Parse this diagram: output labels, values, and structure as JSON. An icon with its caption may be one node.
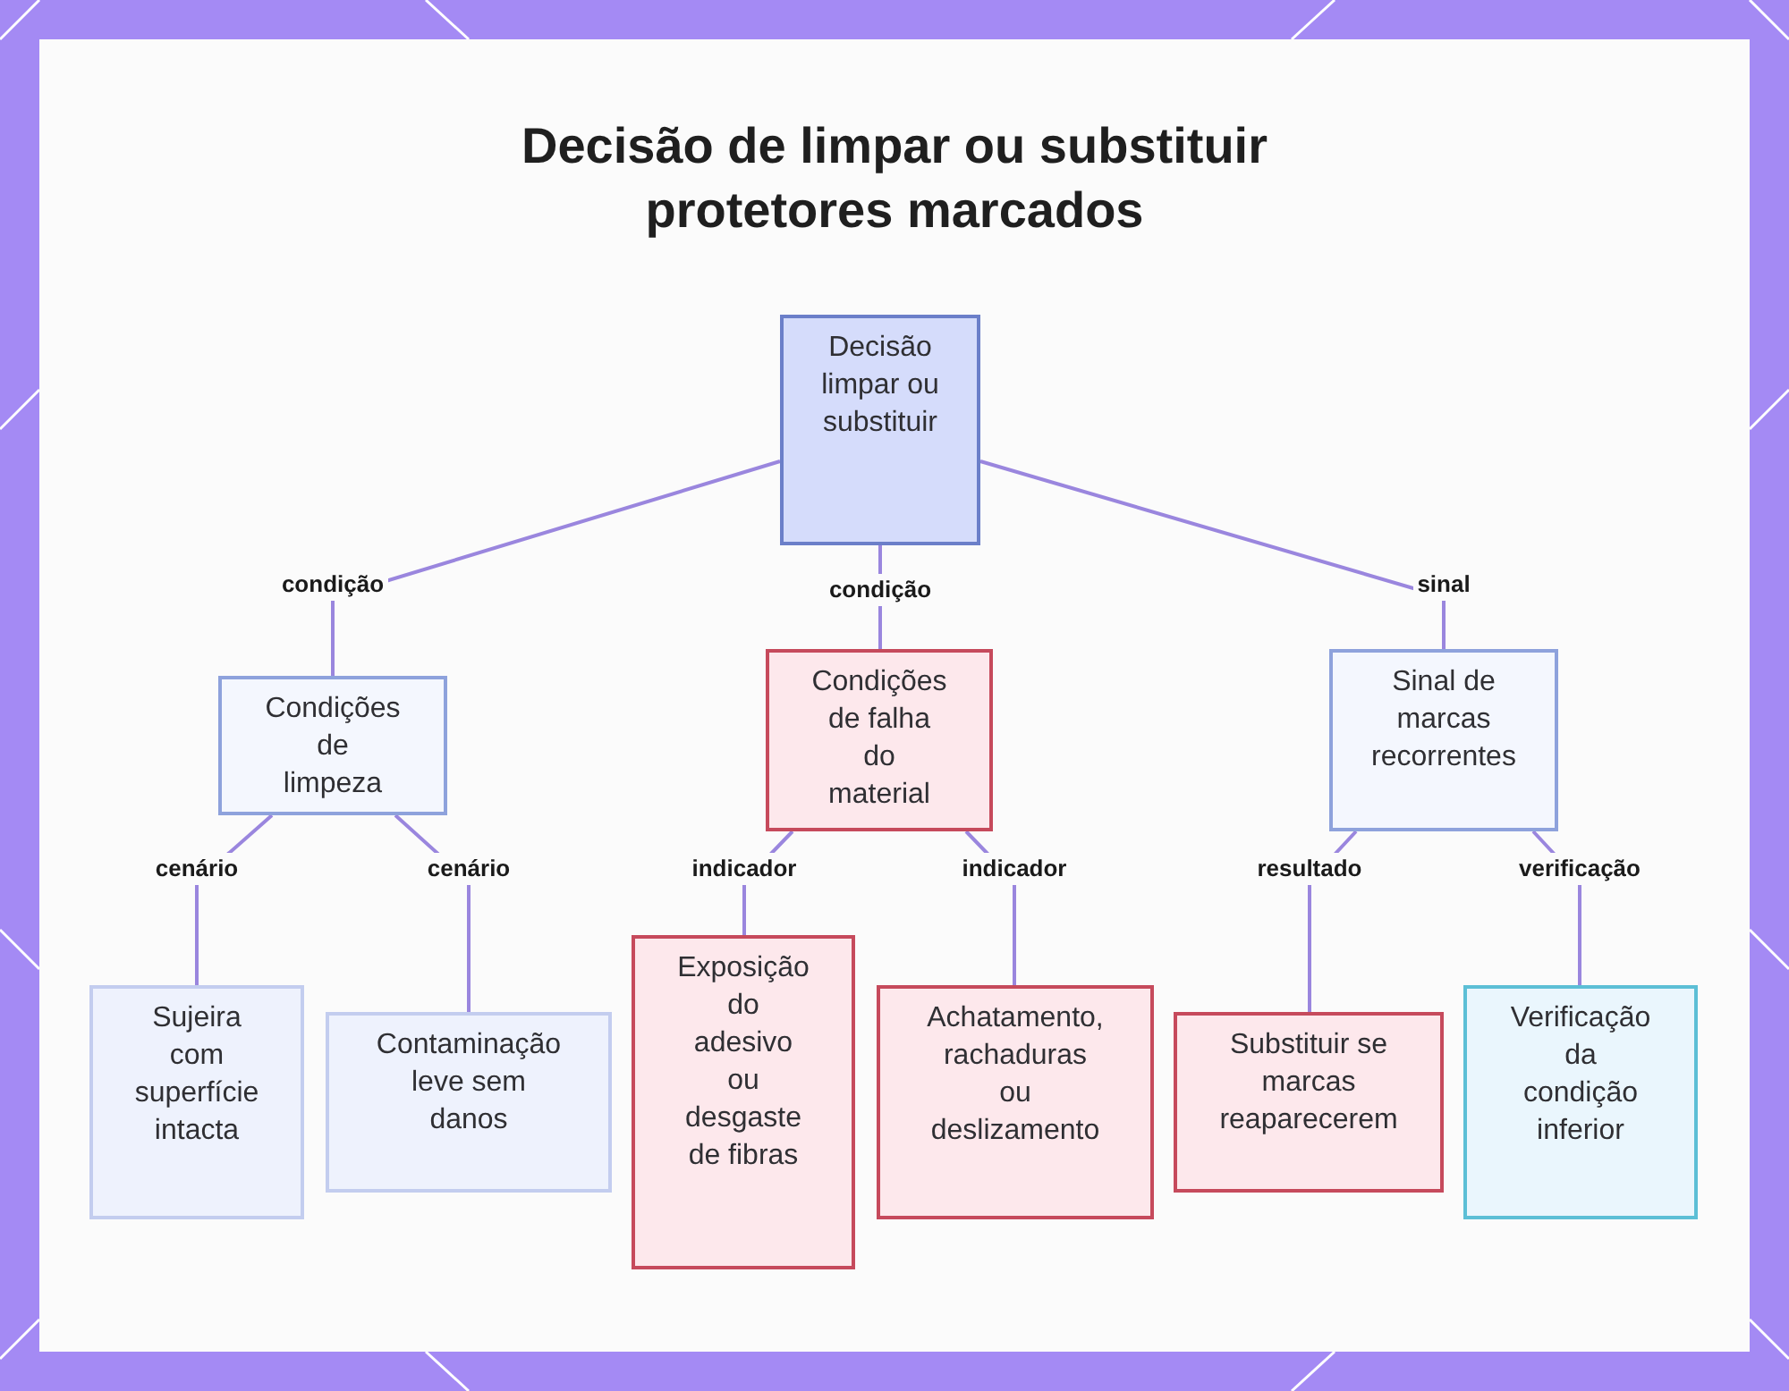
{
  "diagram": {
    "title": "Decisão de limpar ou substituir protetores marcados",
    "nodes": [
      {
        "text": [
          "Decisão limpar ou substituir"
        ]
      },
      {
        "text": [
          "Condições de limpeza"
        ]
      },
      {
        "text": [
          "Condições de falha do material"
        ]
      },
      {
        "text": [
          "Sinal de marcas recorrentes"
        ]
      },
      {
        "text": [
          "Sujeira com superfície intacta"
        ]
      },
      {
        "text": [
          "Contaminação leve sem danos"
        ]
      },
      {
        "text": [
          "Exposição do adesivo ou desgaste de fibras"
        ]
      },
      {
        "text": [
          "Achatamento, rachaduras ou deslizamento"
        ]
      },
      {
        "text": [
          "Substituir se marcas reaparecerem"
        ]
      },
      {
        "text": [
          "Verificação da condição inferior"
        ]
      }
    ],
    "edges": [
      {
        "from": 0,
        "to": 1,
        "arrow": "none",
        "label": "condição"
      },
      {
        "from": 0,
        "to": 2,
        "arrow": "none",
        "label": "condição"
      },
      {
        "from": 0,
        "to": 3,
        "arrow": "none",
        "label": "sinal"
      },
      {
        "from": 1,
        "to": 4,
        "arrow": "none",
        "label": "cenário"
      },
      {
        "from": 1,
        "to": 5,
        "arrow": "none",
        "label": "cenário"
      },
      {
        "from": 2,
        "to": 6,
        "arrow": "none",
        "label": "indicador"
      },
      {
        "from": 2,
        "to": 7,
        "arrow": "none",
        "label": "indicador"
      },
      {
        "from": 3,
        "to": 8,
        "arrow": "none",
        "label": "resultado"
      },
      {
        "from": 3,
        "to": 9,
        "arrow": "none",
        "label": "verificação"
      }
    ]
  }
}
